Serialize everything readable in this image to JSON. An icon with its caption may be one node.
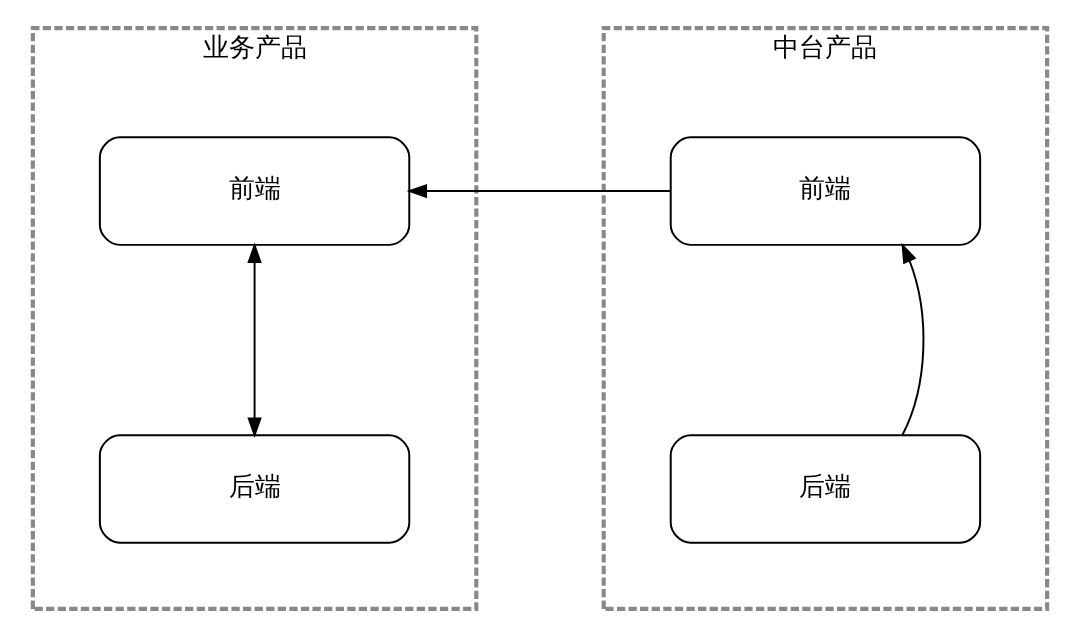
{
  "diagram": {
    "nodes": [
      {
        "text": [
          "业务产品"
        ]
      },
      {
        "text": [
          "前端"
        ],
        "in": 0
      },
      {
        "text": [
          "后端"
        ],
        "in": 0
      },
      {
        "text": [
          "中台产品"
        ]
      },
      {
        "text": [
          "前端"
        ],
        "in": 3
      },
      {
        "text": [
          "后端"
        ],
        "in": 3
      }
    ],
    "edges": [
      {
        "from": 4,
        "to": 1,
        "arrow": "to"
      },
      {
        "from": 1,
        "to": 2,
        "arrow": "both"
      },
      {
        "from": 5,
        "to": 4,
        "arrow": "to"
      }
    ]
  }
}
